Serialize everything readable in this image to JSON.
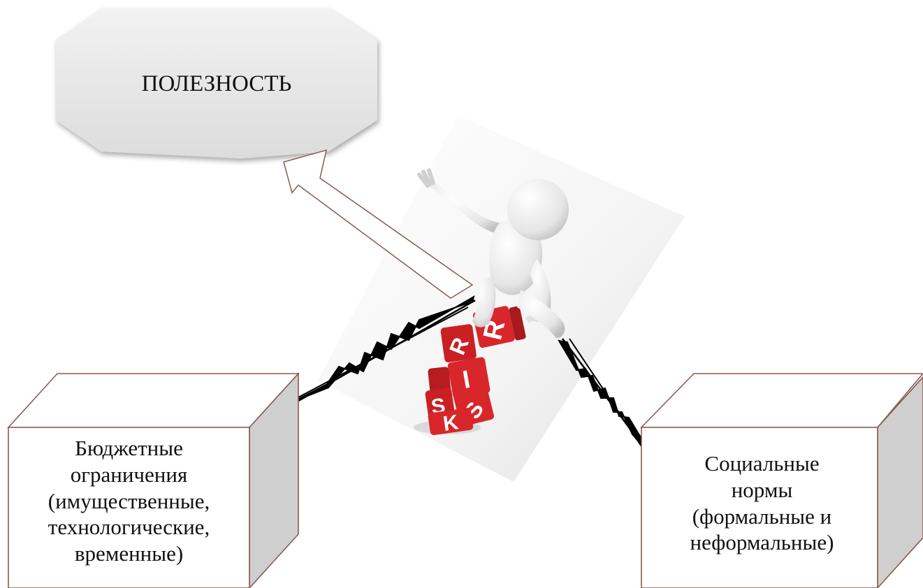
{
  "utility": {
    "label": "ПОЛЕЗНОСТЬ"
  },
  "budget_constraints": {
    "line1": "Бюджетные",
    "line2": "ограничения",
    "line3": "(имущественные,",
    "line4": "технологические,",
    "line5": "временные)"
  },
  "social_norms": {
    "line1": "Социальные",
    "line2": "нормы",
    "line3": "(формальные и",
    "line4": "неформальные)"
  },
  "risk_cubes": {
    "letters": [
      "R",
      "I",
      "S",
      "K"
    ]
  },
  "colors": {
    "octagon_fill": "#e6e6e6",
    "box_stroke": "#8b5a50",
    "box_side": "#cfcfcf",
    "arrow_stroke": "#8b5a50",
    "cube_red": "#d8262a",
    "rope": "#000000"
  }
}
